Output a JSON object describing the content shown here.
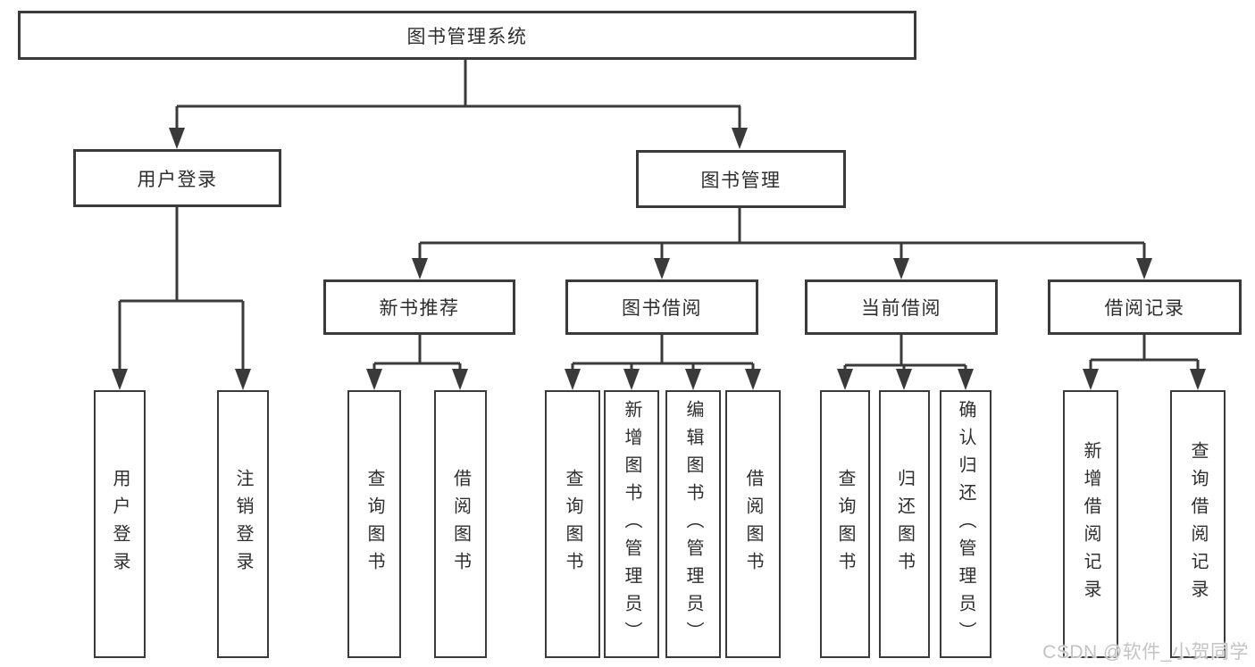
{
  "tree": {
    "type": "functional-structure-diagram",
    "root": {
      "label": "图书管理系统",
      "children": [
        {
          "label": "用户登录",
          "children": [
            {
              "label": "用户登录"
            },
            {
              "label": "注销登录"
            }
          ]
        },
        {
          "label": "图书管理",
          "children": [
            {
              "label": "新书推荐",
              "children": [
                {
                  "label": "查询图书"
                },
                {
                  "label": "借阅图书"
                }
              ]
            },
            {
              "label": "图书借阅",
              "children": [
                {
                  "label": "查询图书"
                },
                {
                  "label": "新增图书（管理员）"
                },
                {
                  "label": "编辑图书（管理员）"
                },
                {
                  "label": "借阅图书"
                }
              ]
            },
            {
              "label": "当前借阅",
              "children": [
                {
                  "label": "查询图书"
                },
                {
                  "label": "归还图书"
                },
                {
                  "label": "确认归还（管理员）"
                }
              ]
            },
            {
              "label": "借阅记录",
              "children": [
                {
                  "label": "新增借阅记录"
                },
                {
                  "label": "查询借阅记录"
                }
              ]
            }
          ]
        }
      ]
    }
  },
  "colors": {
    "line": "#3a3a3a",
    "text": "#2e2e2e",
    "background": "#ffffff",
    "watermark": "#c3c3c3"
  },
  "watermark": {
    "text": "CSDN @软件_小贺同学"
  }
}
